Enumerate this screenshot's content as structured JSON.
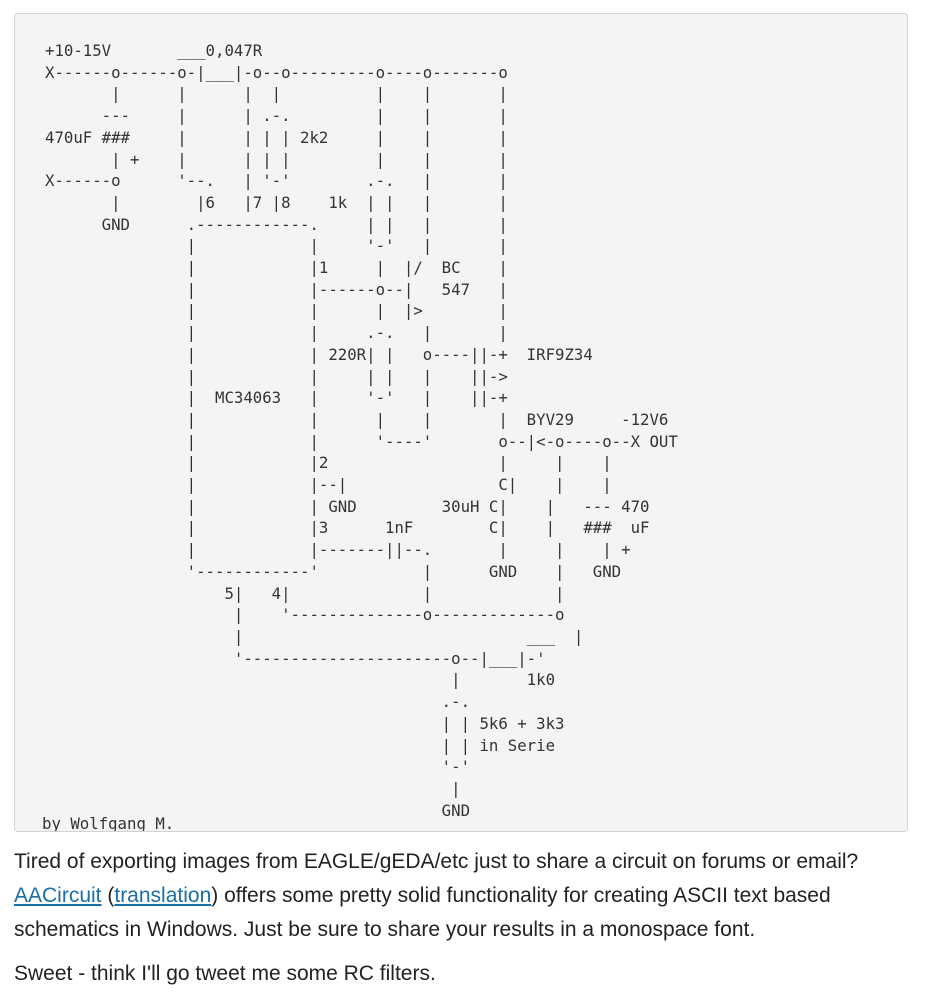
{
  "schematic": {
    "lines": [
      "+10-15V       ___0,047R",
      "X------o------o-|___|-o--o---------o----o-------o",
      "       |      |      |  |          |    |       |",
      "      ---     |      | .-.         |    |       |",
      "470uF ###     |      | | | 2k2     |    |       |",
      "       | +    |      | | |         |    |       |",
      "X------o      '--.   | '-'        .-.   |       |",
      "       |        |6   |7 |8    1k  | |   |       |",
      "      GND      .------------.     | |   |       |",
      "               |            |     '-'   |       |",
      "               |            |1     |  |/  BC    |",
      "               |            |------o--|   547   |",
      "               |            |      |  |>        |",
      "               |            |     .-.   |       |",
      "               |            | 220R| |   o----||-+  IRF9Z34",
      "               |            |     | |   |    ||->",
      "               |  MC34063   |     '-'   |    ||-+",
      "               |            |      |    |       |  BYV29     -12V6",
      "               |            |      '----'       o--|<-o----o--X OUT",
      "               |            |2                  |     |    |",
      "               |            |--|                C|    |    |",
      "               |            | GND         30uH C|    |   --- 470",
      "               |            |3      1nF        C|    |   ###  uF",
      "               |            |-------||--.       |     |    | +",
      "               '------------'           |      GND    |   GND",
      "                   5|   4|              |             |",
      "                    |    '--------------o-------------o",
      "                    |                              ___  |",
      "                    '----------------------o--|___|-'",
      "                                           |       1k0",
      "                                          .-.",
      "                                          | | 5k6 + 3k3",
      "                                          | | in Serie",
      "                                          '-'",
      "                                           |",
      "                                          GND"
    ],
    "credit": "by Wolfgang M."
  },
  "article": {
    "p1_before": "Tired of exporting images from EAGLE/gEDA/etc just to share a circuit on forums or email? ",
    "link1": "AACircuit",
    "p1_open": " (",
    "link2": "translation",
    "p1_after": ") offers some pretty solid functionality for creating ASCII text based schematics in Windows. Just be sure to share your results in a monospace font.",
    "p2": "Sweet - think I'll go tweet me some RC filters."
  }
}
